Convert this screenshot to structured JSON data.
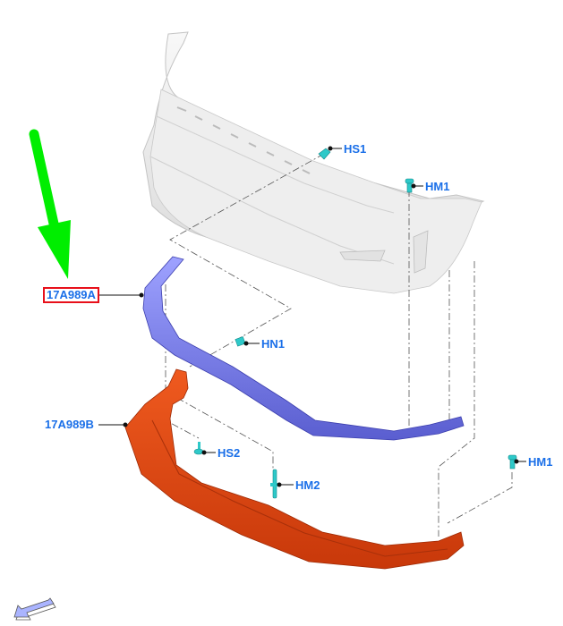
{
  "diagram": {
    "type": "exploded parts view",
    "subject": "Front bumper lower lip / air deflector assembly",
    "colors": {
      "callout_text": "#1a6fe8",
      "highlight_box": "#e8101a",
      "pointer_arrow": "#00ee00",
      "bumper_cover": "#ececec",
      "lip_spoiler": "#7b7fe6",
      "deflector": "#d9420f",
      "fastener": "#2ec9c9",
      "nav_arrow": "#aab4ff"
    },
    "parts": [
      {
        "id": "17A989A",
        "label": "17A989A",
        "highlighted": true,
        "color_name": "blue"
      },
      {
        "id": "17A989B",
        "label": "17A989B",
        "highlighted": false,
        "color_name": "orange"
      }
    ],
    "fasteners": [
      {
        "id": "HS1",
        "label": "HS1"
      },
      {
        "id": "HM1a",
        "label": "HM1"
      },
      {
        "id": "HN1",
        "label": "HN1"
      },
      {
        "id": "HS2",
        "label": "HS2"
      },
      {
        "id": "HM2",
        "label": "HM2"
      },
      {
        "id": "HM1b",
        "label": "HM1"
      }
    ],
    "pointer_arrow": {
      "icon": "green-arrow-down",
      "target": "17A989A"
    },
    "nav": {
      "back_icon": "back-arrow-icon"
    }
  }
}
